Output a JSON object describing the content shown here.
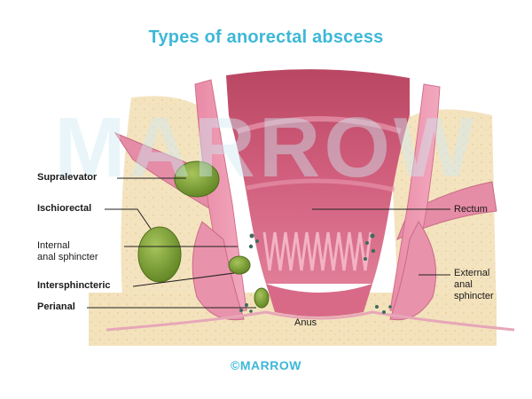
{
  "title": "Types of anorectal abscess",
  "watermark": "MARROW",
  "credit": "©MARROW",
  "labels": {
    "supralevator": "Supralevator",
    "ischiorectal": "Ischiorectal",
    "internal_sphincter_line1": "Internal",
    "internal_sphincter_line2": "anal sphincter",
    "intersphincteric": "Intersphincteric",
    "perianal": "Perianal",
    "rectum": "Rectum",
    "external_sphincter_line1": "External",
    "external_sphincter_line2": "anal",
    "external_sphincter_line3": "sphincter",
    "anus": "Anus"
  },
  "colors": {
    "accent": "#3db8d8",
    "abscess": "#7fa33a",
    "tissue_pink": "#e48aa6",
    "rectum_wall": "#c94e6e",
    "fat": "#f1ddb2"
  }
}
